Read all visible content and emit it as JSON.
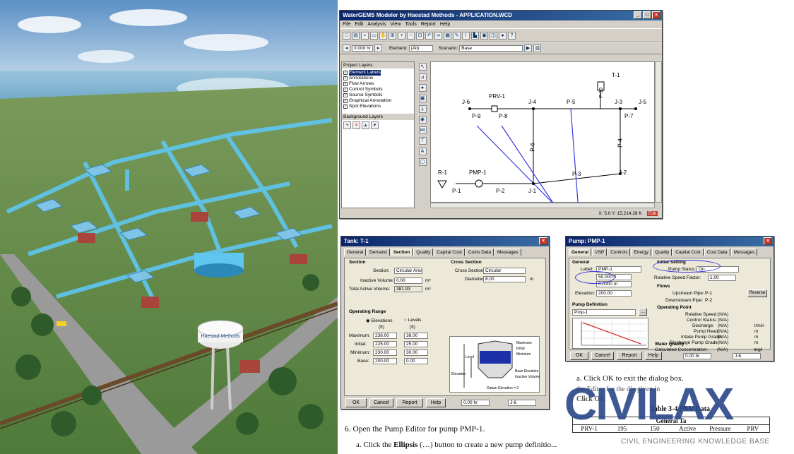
{
  "illustration": {
    "tower_text": "Haestad Methods"
  },
  "main_window": {
    "title": "WaterGEMS Modeler by Haestad Methods - APPLICATION.WCD",
    "menus": [
      "File",
      "Edit",
      "Analysis",
      "View",
      "Tools",
      "Report",
      "Help"
    ],
    "toolbar2": {
      "zoom": "0.000 hr",
      "element_label": "Element:",
      "element_value": "(All)",
      "scenario_label": "Scenario:",
      "scenario_value": "Base"
    },
    "layers_title": "Project Layers",
    "layers": [
      "Element Labels",
      "Annotations",
      "Flow Arrows",
      "Control Symbols",
      "Source Symbols",
      "Graphical Annotation",
      "Spot Elevations"
    ],
    "background_title": "Background Layers",
    "status": "X: 5.0 Y: 15,214.28 ft",
    "status2": "Edit"
  },
  "network": {
    "nodes": [
      "J-6",
      "PRV-1",
      "J-4",
      "P-5",
      "P-10",
      "J-3",
      "J-5",
      "T-1",
      "P-9",
      "P-8",
      "P-7",
      "P-4",
      "P-6",
      "R-1",
      "PMP-1",
      "P-3",
      "J-2",
      "P-1",
      "P-2",
      "J-1"
    ]
  },
  "tank_dialog": {
    "title": "Tank: T-1",
    "tabs": [
      "General",
      "Demand",
      "Section",
      "Quality",
      "Capital Cost",
      "Costs Data",
      "Messages"
    ],
    "section_group": "Section",
    "section_label": "Section:",
    "section_value": "Circular Area",
    "inactive_label": "Inactive Volume:",
    "inactive_value": "0.00",
    "total_label": "Total Active Volume:",
    "total_value": "381.93",
    "unit": "m³",
    "cross_group": "Cross Section",
    "cross_label": "Cross Section:",
    "cross_value": "Circular",
    "diameter_label": "Diameter:",
    "diameter_value": "8.00",
    "diam_unit": "m",
    "op_group": "Operating Range",
    "elev_radio": "Elevations",
    "level_radio": "Levels",
    "col1": "(ft)",
    "col2": "(ft)",
    "rows": [
      {
        "label": "Maximum:",
        "a": "238.00",
        "b": "38.00"
      },
      {
        "label": "Initial:",
        "a": "225.00",
        "b": "25.00"
      },
      {
        "label": "Minimum:",
        "a": "230.00",
        "b": "30.00"
      },
      {
        "label": "Base:",
        "a": "200.00",
        "b": "0.00"
      }
    ],
    "diagram_labels": [
      "Maximum",
      "Initial",
      "Minimum",
      "Base Elevation",
      "Inactive Volume",
      "Level",
      "Elevation",
      "Datum Elevation = 0"
    ],
    "ok": "OK",
    "cancel": "Cancel",
    "report": "Report",
    "help": "Help",
    "zoom": "0.00 hr",
    "page": "J-6"
  },
  "pump_dialog": {
    "title": "Pump: PMP-1",
    "tabs": [
      "General",
      "VSP",
      "Controls",
      "Energy",
      "Quality",
      "Capital Cost",
      "Cost Data",
      "Messages"
    ],
    "general_group": "General",
    "label_label": "Label:",
    "label_value": "PMP-1",
    "initial_group": "Initial Setting",
    "pump_status": "Pump Status:",
    "pump_status_value": "On",
    "relative_speed": "Relative Speed Factor:",
    "relative_speed_value": "1.00",
    "flows_group": "Flows",
    "upstream": "Upstream Pipe:",
    "upstream_value": "P-1",
    "downstream": "Downstream Pipe:",
    "downstream_value": "P-2",
    "reverse": "Reverse",
    "elevation_label": "Elevation:",
    "elevation_value": "200.00",
    "field1": "50.000 ft",
    "field2": "0.0000 m",
    "pump_def_group": "Pump Definition",
    "pump_def_value": "Pmp-1",
    "operating_group": "Operating Point",
    "op_rows": [
      {
        "label": "Relative Speed:",
        "value": "(N/A)",
        "unit": ""
      },
      {
        "label": "Control Status:",
        "value": "(N/A)",
        "unit": ""
      },
      {
        "label": "Discharge:",
        "value": "(N/A)",
        "unit": "l/min"
      },
      {
        "label": "Pump Head:",
        "value": "(N/A)",
        "unit": "m"
      },
      {
        "label": "Intake Pump Grade:",
        "value": "(N/A)",
        "unit": "m"
      },
      {
        "label": "Discharge Pump Grade:",
        "value": "(N/A)",
        "unit": "m"
      }
    ],
    "water_quality": "Water Quality",
    "calc_conc": "Calculated Concentration:",
    "calc_conc_value": "(N/A)",
    "calc_unit": "mg/l",
    "ok": "OK",
    "cancel": "Cancel",
    "report": "Report",
    "help": "Help",
    "zoom": "0.00 hr",
    "page": "J-6"
  },
  "document": {
    "step_a": "a.   Click OK to exit the dialog box.",
    "line_b1": "the",
    "line_b2": "Editor for",
    "line_b3": "the dia",
    "line_b4": "given in",
    "line_c": "Click OK",
    "table_title": "Table 3-4",
    "table_sub": "PRV Data",
    "table_head": "General Ta",
    "table_cells": [
      "PRV-1",
      "195",
      "150",
      "Active",
      "Pressure",
      "PRV"
    ],
    "step6": "6.   Open the Pump Editor for pump PMP-1.",
    "step6a_pre": "a.   Click the ",
    "step6a_bold": "Ellipsis",
    "step6a_post": " (…) button to create a new pump definitio..."
  },
  "watermark": {
    "brand": "CIVILAX",
    "tagline": "CIVIL ENGINEERING KNOWLEDGE BASE",
    "color": "#2d4a8a"
  }
}
